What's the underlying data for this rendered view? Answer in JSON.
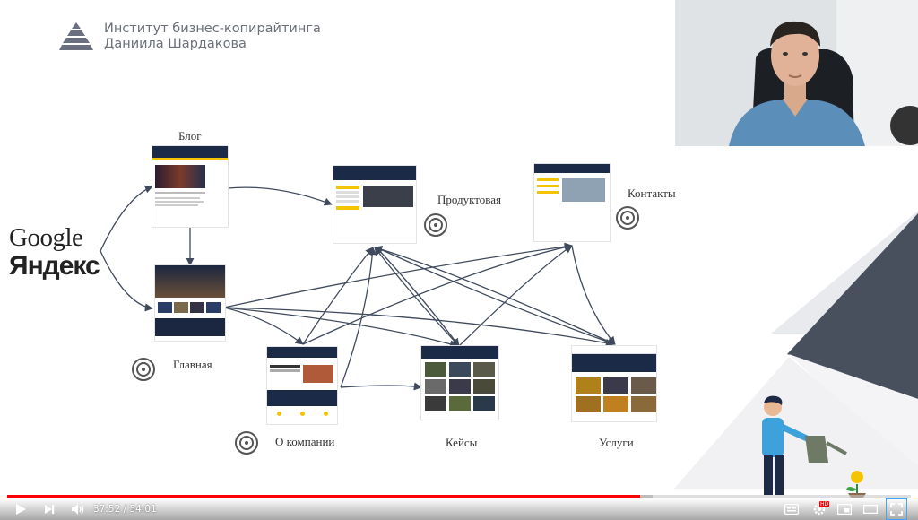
{
  "logo": {
    "line1": "Институт бизнес-копирайтинга",
    "line2": "Даниила Шардакова"
  },
  "search_engines": {
    "google": "Google",
    "yandex": "Яндекс"
  },
  "nodes": {
    "blog": "Блог",
    "product": "Продуктовая",
    "contacts": "Контакты",
    "home": "Главная",
    "about": "О компании",
    "cases": "Кейсы",
    "services": "Услуги"
  },
  "player": {
    "current_time": "37:52",
    "separator": " / ",
    "duration": "54:01",
    "progress": 0.7,
    "hd_badge": "HD",
    "colors": {
      "progress": "#ff0000"
    }
  },
  "icons": [
    "play-icon",
    "next-icon",
    "volume-icon",
    "subtitles-icon",
    "settings-icon",
    "miniplayer-icon",
    "theater-icon",
    "fullscreen-icon"
  ]
}
